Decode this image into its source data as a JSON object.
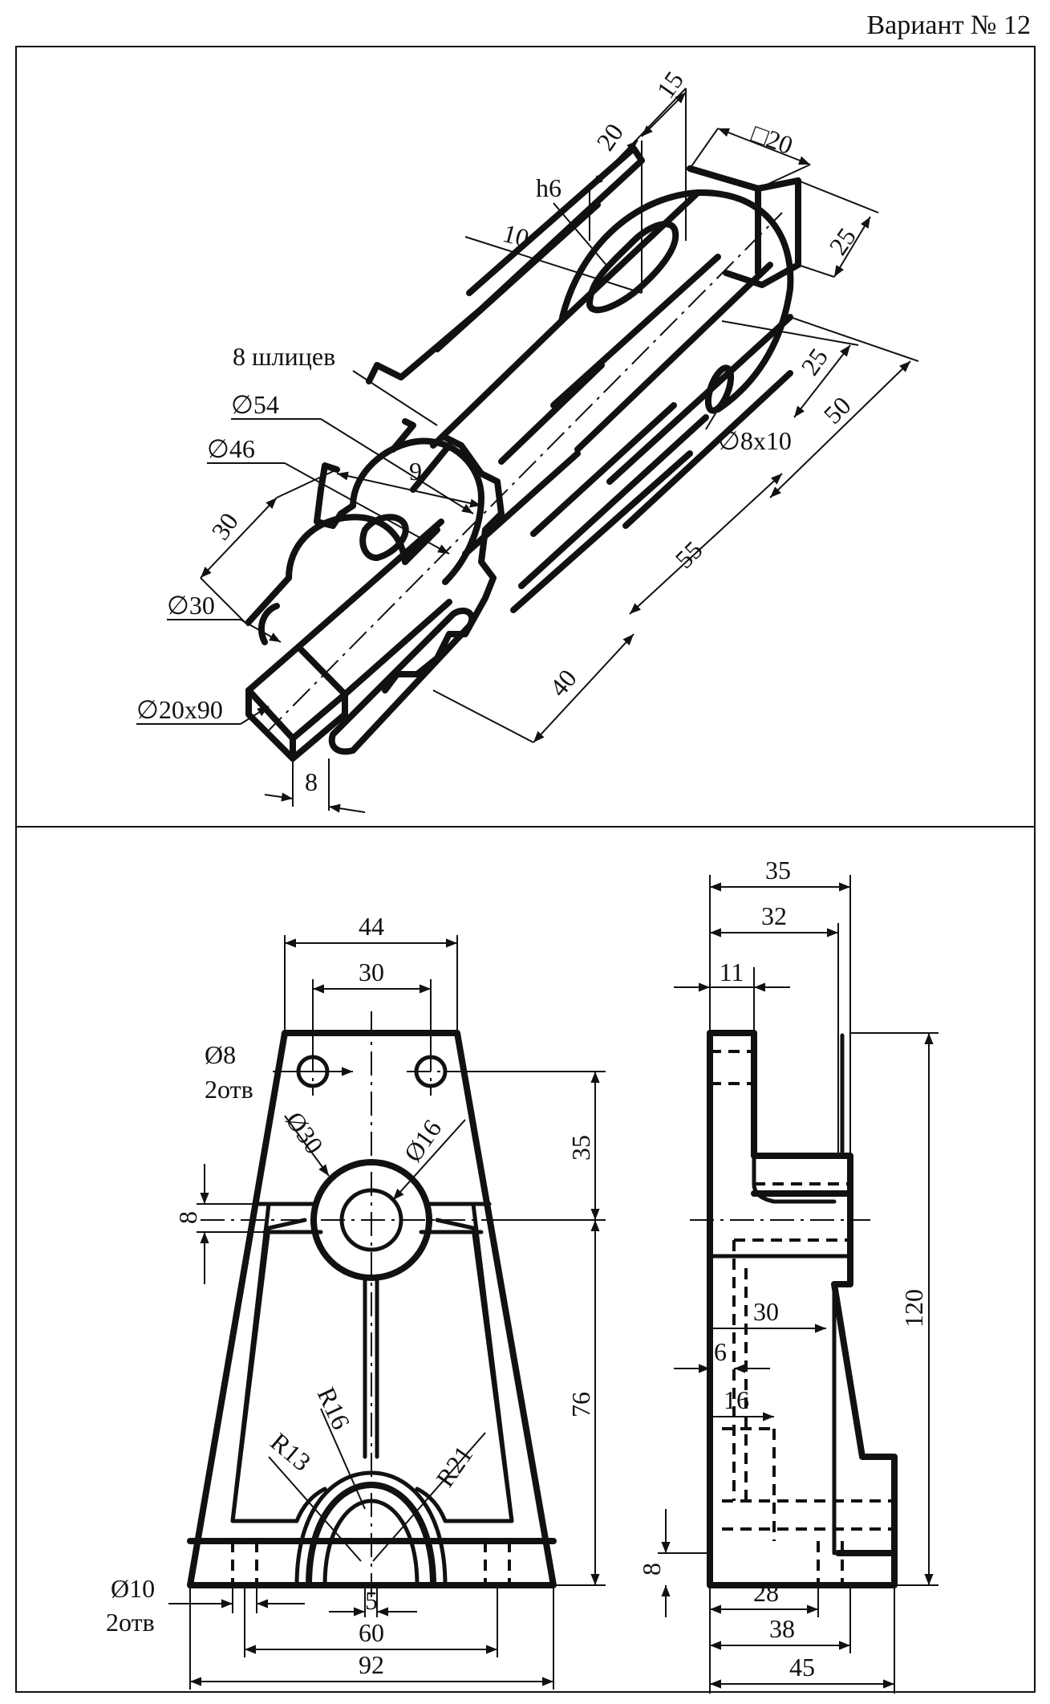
{
  "title": "Вариант № 12",
  "iso_view": {
    "dims": {
      "d15": "15",
      "d20": "20",
      "sq20": "□20",
      "h6": "h6",
      "d10": "10",
      "d25a": "25",
      "d25b": "25",
      "d50": "50",
      "splines": "8 шлицев",
      "dia54": "∅54",
      "dia46": "∅46",
      "d9": "9",
      "hole8x10": "∅8x10",
      "d30": "30",
      "dia30": "∅30",
      "d55": "55",
      "d40": "40",
      "dia20x90": "∅20x90",
      "d8": "8"
    }
  },
  "front_view": {
    "dims": {
      "d44": "44",
      "d30": "30",
      "dia8": "Ø8",
      "holes2a": "2отв",
      "dia30": "Ø30",
      "dia16": "Ø16",
      "d35": "35",
      "d8": "8",
      "d76": "76",
      "r16": "R16",
      "r13": "R13",
      "r21": "R21",
      "dia10": "Ø10",
      "holes2b": "2отв",
      "d5": "5",
      "d60": "60",
      "d92": "92"
    }
  },
  "side_view": {
    "dims": {
      "d35": "35",
      "d32": "32",
      "d11": "11",
      "d120": "120",
      "d30": "30",
      "d6": "6",
      "d16": "16",
      "d8": "8",
      "d28": "28",
      "d38": "38",
      "d45": "45"
    }
  }
}
